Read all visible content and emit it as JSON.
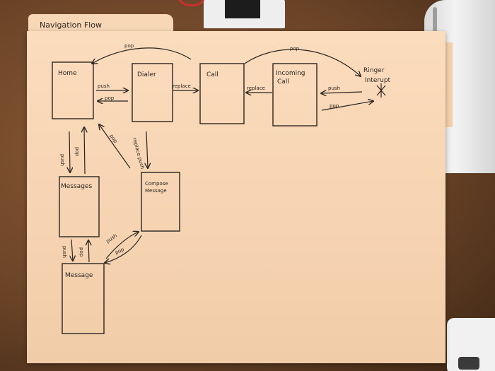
{
  "sketch": {
    "title": "Navigation Flow",
    "screens": {
      "home": "Home",
      "dialer": "Dialer",
      "call": "Call",
      "incoming_line1": "Incoming",
      "incoming_line2": "Call",
      "ringer_line1": "Ringer",
      "ringer_line2": "Interupt",
      "messages": "Messages",
      "compose_line1": "Compose",
      "compose_line2": "Message",
      "message": "Message"
    },
    "labels": {
      "push": "push",
      "pop": "pop",
      "replace": "replace",
      "replace_push": "replace push"
    }
  }
}
